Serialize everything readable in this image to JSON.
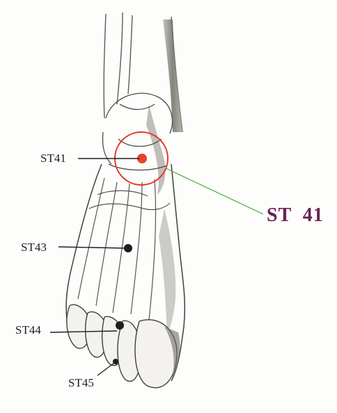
{
  "figure": {
    "callout": {
      "label": "ST  41",
      "color": "#6b2350"
    },
    "highlight": {
      "circle_color": "#e23a2a",
      "dot_color": "#e8412c",
      "leader_color": "#4aa83a"
    },
    "points": [
      {
        "id": "st41",
        "label": "ST41"
      },
      {
        "id": "st43",
        "label": "ST43"
      },
      {
        "id": "st44",
        "label": "ST44"
      },
      {
        "id": "st45",
        "label": "ST45"
      }
    ]
  }
}
